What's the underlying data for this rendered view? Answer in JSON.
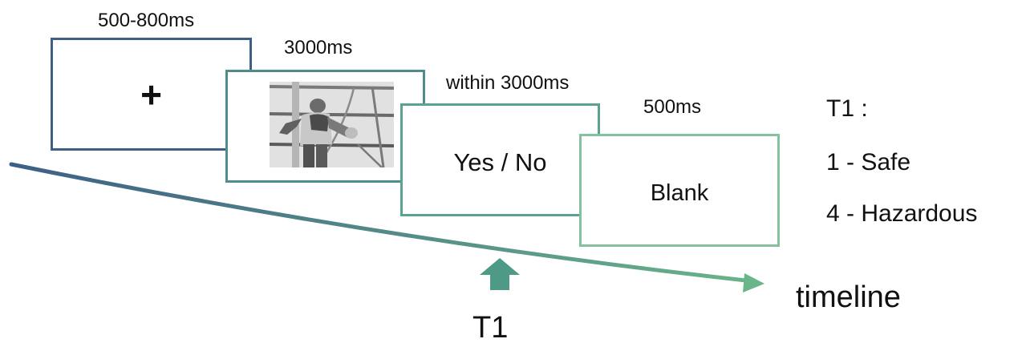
{
  "colors": {
    "frame1": "#3f5f86",
    "frame2": "#4f8c8c",
    "frame3": "#5aa291",
    "frame4": "#84c29f",
    "timeline_start": "#3d5f86",
    "timeline_end": "#6ab58a",
    "t1_marker": "#4f9a86"
  },
  "frames": [
    {
      "duration": "500-800ms",
      "content": "+",
      "type": "fixation"
    },
    {
      "duration": "3000ms",
      "content": "photo-of-worker-on-scaffolding",
      "type": "image"
    },
    {
      "duration": "within 3000ms",
      "content": "Yes / No",
      "type": "response"
    },
    {
      "duration": "500ms",
      "content": "Blank",
      "type": "blank"
    }
  ],
  "legend": {
    "title": "T1 :",
    "items": [
      "1 - Safe",
      "4 - Hazardous"
    ]
  },
  "timeline": {
    "label": "timeline"
  },
  "marker": {
    "label": "T1",
    "icon": "up-arrow-icon"
  }
}
